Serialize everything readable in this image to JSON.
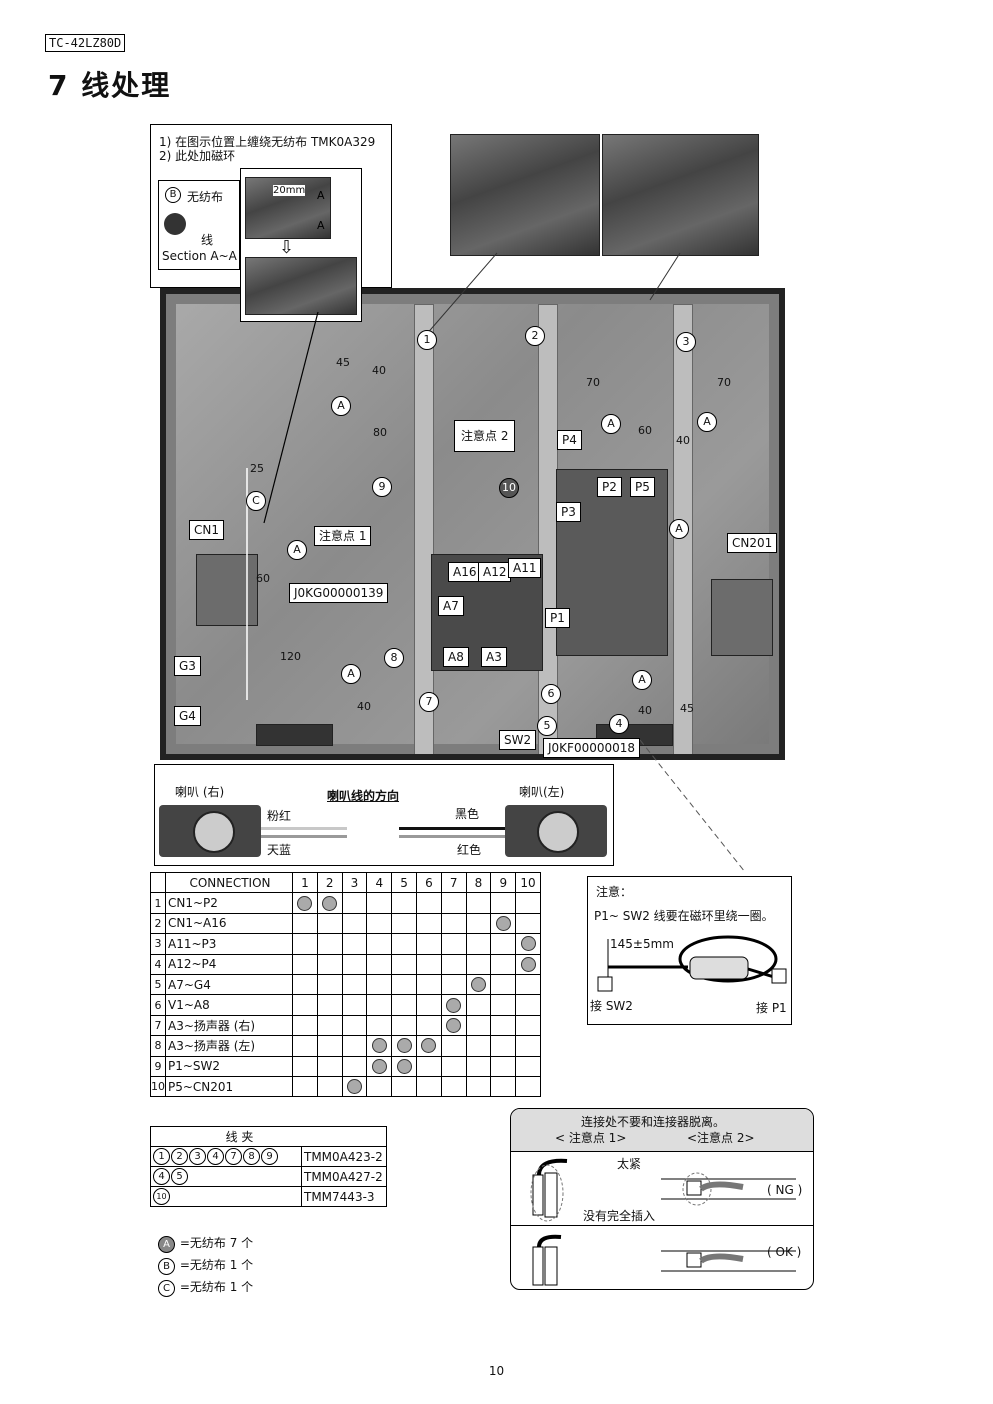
{
  "header": {
    "model": "TC-42LZ80D",
    "title": "7  线处理"
  },
  "note1": {
    "line1": "1) 在图示位置上缠绕无纺布 TMK0A329",
    "line2": "2) 此处加磁环",
    "b_label": "无纺布",
    "wire": "线",
    "section": "Section A~A",
    "dim20": "20mm",
    "a1": "A",
    "a2": "A"
  },
  "diagram": {
    "labels": {
      "cn1": "CN1",
      "cn201": "CN201",
      "g3": "G3",
      "g4": "G4",
      "p1": "P1",
      "p2": "P2",
      "p3": "P3",
      "p4": "P4",
      "p5": "P5",
      "a3": "A3",
      "a7": "A7",
      "a8": "A8",
      "a11": "A11",
      "a12": "A12",
      "a16": "A16",
      "sw2": "SW2",
      "j0kg": "J0KG00000139",
      "j0kf": "J0KF00000018",
      "note_point1": "注意点 1",
      "note_point2": "注意点 2"
    },
    "numbers": [
      "1",
      "2",
      "3",
      "4",
      "5",
      "6",
      "7",
      "8",
      "9",
      "10"
    ],
    "letter_a": "A",
    "letter_c": "C",
    "dims": {
      "d45a": "45",
      "d40a": "40",
      "d80": "80",
      "d25": "25",
      "d60a": "60",
      "d120": "120",
      "d40b": "40",
      "d70a": "70",
      "d70b": "70",
      "d60b": "60",
      "d40c": "40",
      "d40d": "40",
      "d45b": "45"
    }
  },
  "speaker": {
    "right": "喇叭 (右)",
    "direction": "喇叭线的方向",
    "left": "喇叭(左)",
    "pink": "粉红",
    "sky": "天蓝",
    "black": "黑色",
    "red": "红色"
  },
  "connection_table": {
    "header": "CONNECTION",
    "cols": [
      "1",
      "2",
      "3",
      "4",
      "5",
      "6",
      "7",
      "8",
      "9",
      "10"
    ],
    "rows": [
      {
        "idx": "1",
        "name": "CN1~P2",
        "marks": [
          1,
          2
        ]
      },
      {
        "idx": "2",
        "name": "CN1~A16",
        "marks": [
          9
        ]
      },
      {
        "idx": "3",
        "name": "A11~P3",
        "marks": [
          10
        ]
      },
      {
        "idx": "4",
        "name": "A12~P4",
        "marks": [
          10
        ]
      },
      {
        "idx": "5",
        "name": "A7~G4",
        "marks": [
          8
        ]
      },
      {
        "idx": "6",
        "name": "V1~A8",
        "marks": [
          7
        ]
      },
      {
        "idx": "7",
        "name": "A3~扬声器 (右)",
        "marks": [
          7
        ]
      },
      {
        "idx": "8",
        "name": "A3~扬声器 (左)",
        "marks": [
          4,
          5,
          6
        ]
      },
      {
        "idx": "9",
        "name": "P1~SW2",
        "marks": [
          4,
          5
        ]
      },
      {
        "idx": "10",
        "name": "P5~CN201",
        "marks": [
          3
        ]
      }
    ]
  },
  "clamp_table": {
    "header": "线  夹",
    "rows": [
      {
        "nums": [
          "1",
          "2",
          "3",
          "4",
          "7",
          "8",
          "9"
        ],
        "part": "TMM0A423-2"
      },
      {
        "nums": [
          "4",
          "5"
        ],
        "part": "TMM0A427-2"
      },
      {
        "nums": [
          "10"
        ],
        "part": "TMM7443-3"
      }
    ]
  },
  "legend": [
    {
      "sym": "A",
      "text": "=无纺布 7 个"
    },
    {
      "sym": "B",
      "text": "=无纺布 1 个"
    },
    {
      "sym": "C",
      "text": "=无纺布 1 个"
    }
  ],
  "caution": {
    "title": "注意：",
    "text": "P1~ SW2 线要在磁环里绕一圈。",
    "dim": "145±5mm",
    "left": "接 SW2",
    "right": "接 P1"
  },
  "disconnect": {
    "line1": "连接处不要和连接器脱离。",
    "p1": "< 注意点 1>",
    "p2": "<注意点 2>",
    "tight": "太紧",
    "notfull": "没有完全插入",
    "ng": "( NG )",
    "ok": "( OK )"
  },
  "footer": {
    "page": "10"
  }
}
